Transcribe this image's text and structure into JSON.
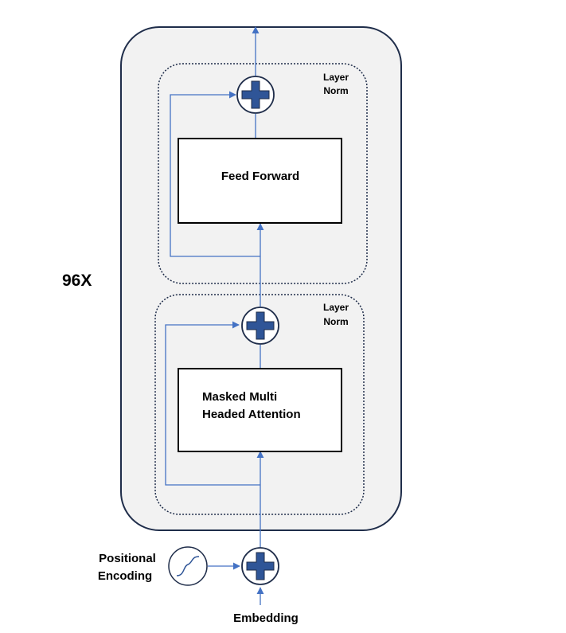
{
  "multiplier": "96X",
  "blocks": {
    "feed_forward": "Feed Forward",
    "attention_line1": "Masked Multi",
    "attention_line2": "Headed Attention"
  },
  "layer_norm": {
    "line1": "Layer",
    "line2": "Norm"
  },
  "inputs": {
    "positional_line1": "Positional",
    "positional_line2": "Encoding",
    "embedding": "Embedding"
  },
  "colors": {
    "arrow": "#4472c4",
    "plus_fill": "#2f5597",
    "outer_stroke": "#1f2d4a",
    "outer_fill": "#f2f2f2"
  }
}
